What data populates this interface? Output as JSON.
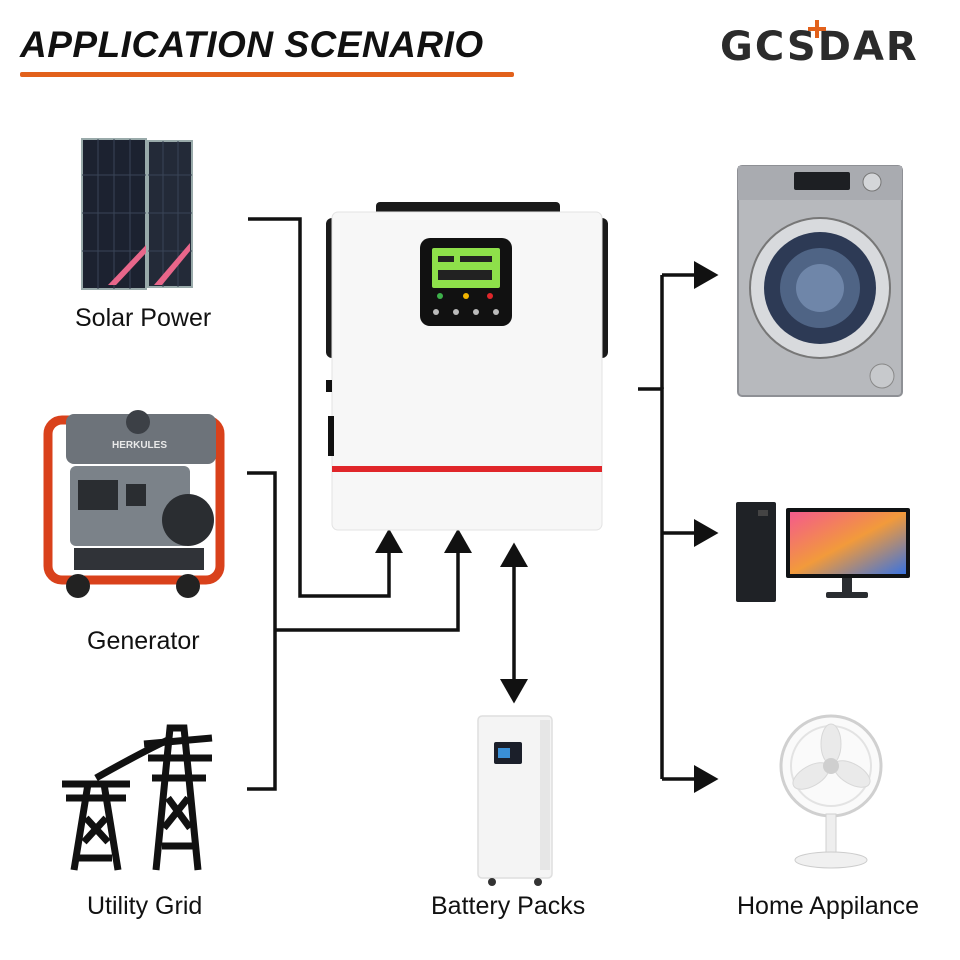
{
  "header": {
    "title": "APPLICATION SCENARIO",
    "brand": "GCSDAR"
  },
  "sources": [
    {
      "label": "Solar Power",
      "icon": "solar-panel-icon"
    },
    {
      "label": "Generator",
      "icon": "generator-icon"
    },
    {
      "label": "Utility Grid",
      "icon": "power-tower-icon"
    }
  ],
  "center": {
    "label": "",
    "icon": "inverter-icon"
  },
  "storage": {
    "label": "Battery Packs",
    "icon": "battery-icon"
  },
  "loads": [
    {
      "label": "",
      "icon": "washing-machine-icon"
    },
    {
      "label": "",
      "icon": "computer-icon"
    },
    {
      "label": "Home Appilance",
      "icon": "fan-icon"
    }
  ],
  "colors": {
    "accent": "#e2611b",
    "inverter_stripe": "#e0262a",
    "lcd": "#8ee04a",
    "lines": "#111111"
  }
}
